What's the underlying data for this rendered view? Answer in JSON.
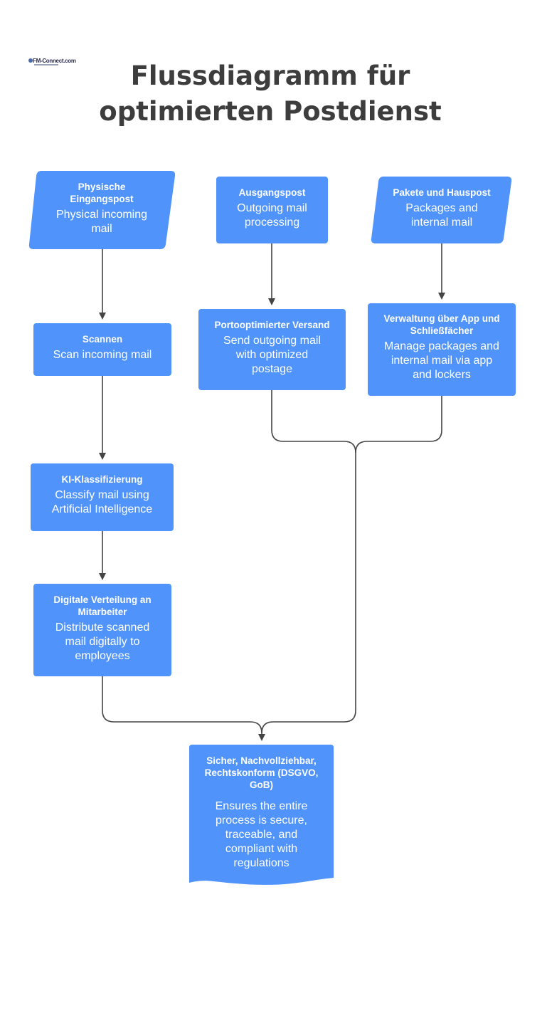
{
  "title": "Flussdiagramm für optimierten Postdienst",
  "logo": {
    "text": "FM-Connect.com"
  },
  "colors": {
    "node_fill": "#4f93fb",
    "node_text": "#ffffff",
    "connector": "#444444",
    "title_text": "#3d3d3d"
  },
  "nodes": {
    "physische_eingangspost": {
      "heading": "Physische Eingangspost",
      "body": "Physical incoming mail"
    },
    "scannen": {
      "heading": "Scannen",
      "body": "Scan incoming mail"
    },
    "ki_klassifizierung": {
      "heading": "KI-Klassifizierung",
      "body": "Classify mail using Artificial Intelligence"
    },
    "digitale_verteilung": {
      "heading": "Digitale Verteilung an Mitarbeiter",
      "body": "Distribute scanned mail digitally to employees"
    },
    "ausgangspost": {
      "heading": "Ausgangspost",
      "body": "Outgoing mail processing"
    },
    "portooptimierter_versand": {
      "heading": "Portooptimierter Versand",
      "body": "Send outgoing mail with optimized postage"
    },
    "pakete_hauspost": {
      "heading": "Pakete und Hauspost",
      "body": "Packages and internal mail"
    },
    "verwaltung_app": {
      "heading": "Verwaltung über App und Schließfächer",
      "body": "Manage packages and internal mail via app and lockers"
    },
    "sicher": {
      "heading": "Sicher, Nachvollziehbar, Rechtskonform (DSGVO, GoB)",
      "body": "Ensures the entire process is secure, traceable, and compliant with regulations"
    }
  }
}
